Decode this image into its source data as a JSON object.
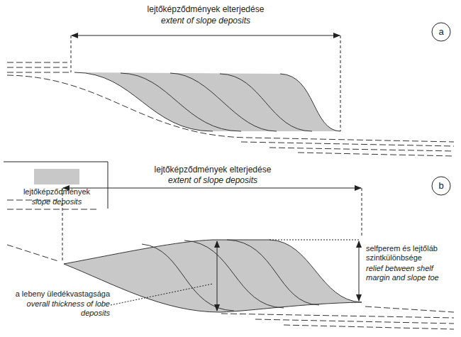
{
  "diagram": {
    "labels": [
      "lejtőképződmények elterjedése",
      "extent of slope deposits",
      "a",
      "slope deposits",
      "lejtőképződmények elterjedése",
      "extent of slope deposits",
      "b",
      "selfperem és lejtőláb szintkülönbsége",
      "relief between shelf margin and slope toe",
      "a lebeny üledékvastagsága",
      "overall thickness of lobe deposits"
    ],
    "legend": [
      {
        "text": "lejtőképződmények",
        "color": "#c8c8c8"
      }
    ]
  }
}
